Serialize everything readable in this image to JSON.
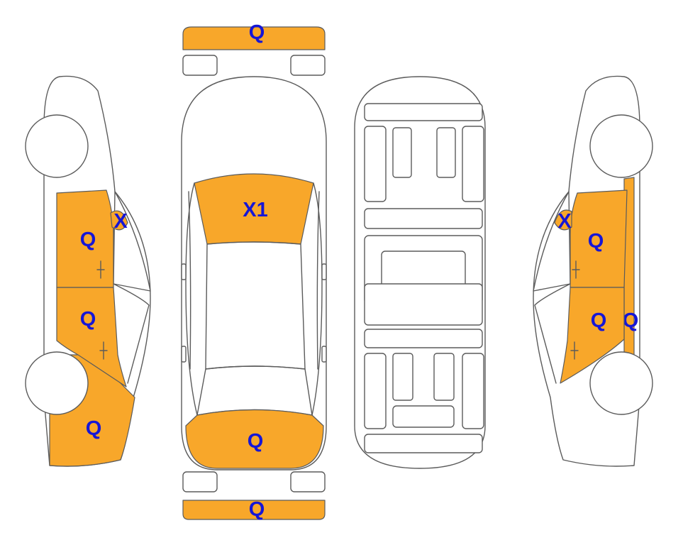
{
  "colors": {
    "damaged_panel": "#f8a72a",
    "label": "#1616d6",
    "outline": "#5b5b5b",
    "background": "#ffffff"
  },
  "labels": {
    "front_bumper": "Q",
    "rear_bumper": "Q",
    "windshield": "X1",
    "hood": "Q",
    "left_front_fender": "Q",
    "left_front_door": "Q",
    "left_rear_door": "Q",
    "left_mirror": "X",
    "right_mirror": "X",
    "right_front_door": "Q",
    "right_rear_door": "Q",
    "right_pillar": "Q"
  }
}
